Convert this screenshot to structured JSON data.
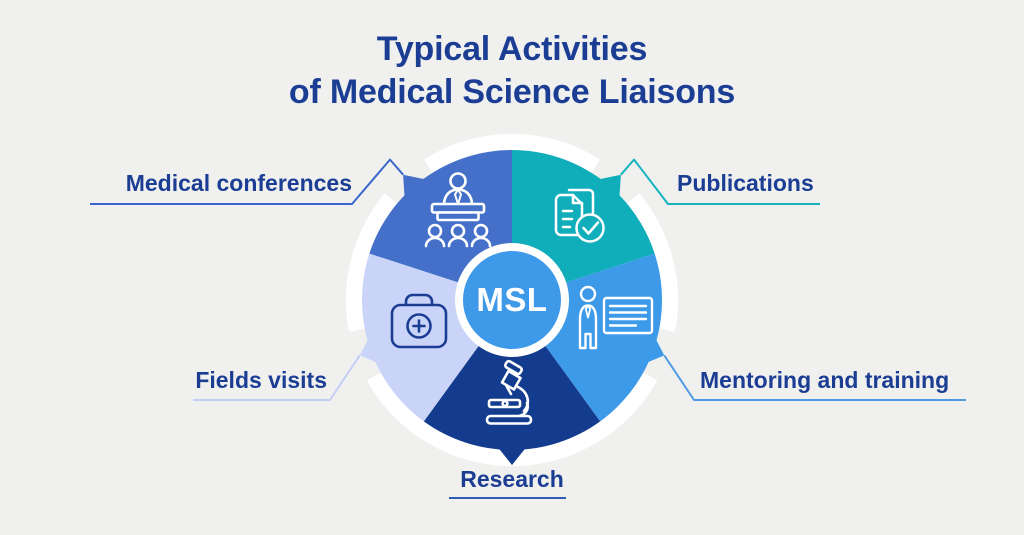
{
  "title": {
    "line1": "Typical Activities",
    "line2": "of Medical Science Liaisons"
  },
  "center": {
    "label": "MSL"
  },
  "segments": [
    {
      "label": "Medical conferences",
      "color": "#4470ca",
      "line_color": "#3a67cb",
      "icon": "podium-presenter-icon"
    },
    {
      "label": "Publications",
      "color": "#10aebb",
      "line_color": "#17b2bf",
      "icon": "documents-approval-icon"
    },
    {
      "label": "Mentoring and training",
      "color": "#3d9ae8",
      "line_color": "#4f9be4",
      "icon": "trainer-presentation-icon"
    },
    {
      "label": "Research",
      "color": "#143c8e",
      "line_color": "#2d5cb5",
      "icon": "microscope-icon"
    },
    {
      "label": "Fields visits",
      "color": "#cad4f8",
      "line_color": "#c4cef4",
      "icon": "medical-bag-icon"
    }
  ],
  "colors": {
    "background": "#f0f1ee",
    "heading_text": "#1b3e94",
    "primary_navy": "#1b3e94",
    "center_circle": "#3e99e8",
    "ring_white": "#ffffff",
    "icon_stroke_light": "#ffffff"
  }
}
